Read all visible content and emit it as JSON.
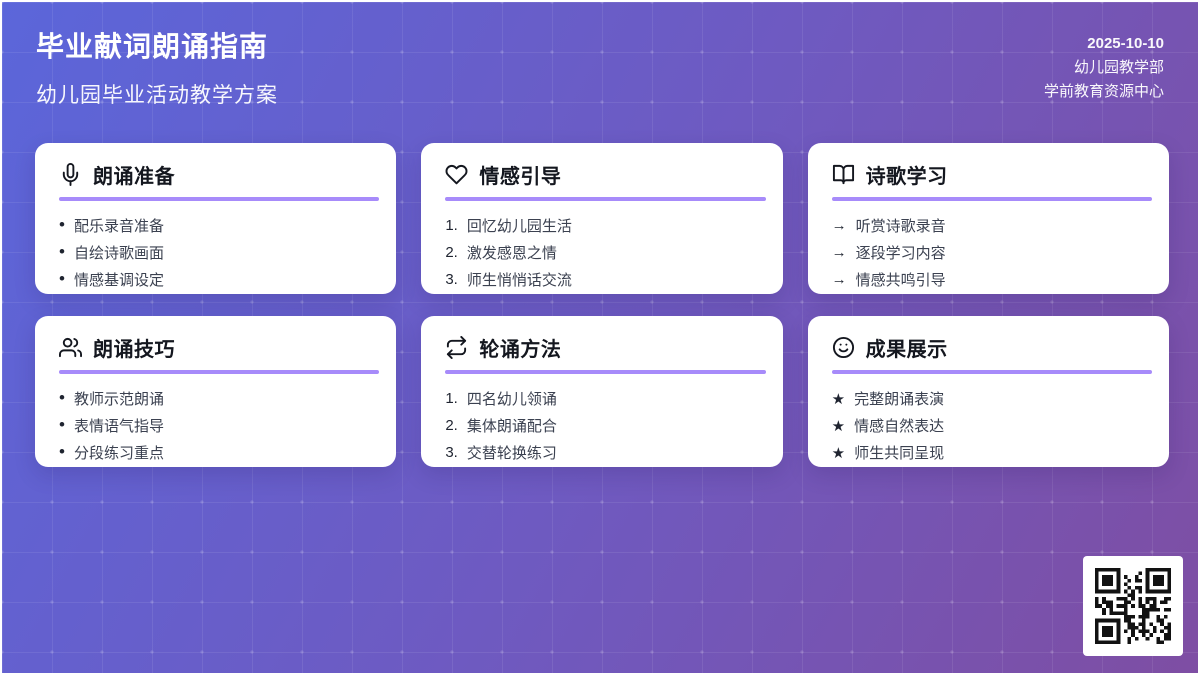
{
  "header": {
    "title": "毕业献词朗诵指南",
    "subtitle": "幼儿园毕业活动教学方案",
    "meta": {
      "date": "2025-10-10",
      "org": "幼儿园教学部",
      "center": "学前教育资源中心"
    }
  },
  "cards": [
    {
      "icon": "mic-icon",
      "title": "朗诵准备",
      "items": [
        {
          "marker": "•",
          "text": "配乐录音准备"
        },
        {
          "marker": "•",
          "text": "自绘诗歌画面"
        },
        {
          "marker": "•",
          "text": "情感基调设定"
        }
      ]
    },
    {
      "icon": "heart-icon",
      "title": "情感引导",
      "items": [
        {
          "marker": "1.",
          "text": "回忆幼儿园生活"
        },
        {
          "marker": "2.",
          "text": "激发感恩之情"
        },
        {
          "marker": "3.",
          "text": "师生悄悄话交流"
        }
      ]
    },
    {
      "icon": "book-open-icon",
      "title": "诗歌学习",
      "items": [
        {
          "marker": "→",
          "text": "听赏诗歌录音"
        },
        {
          "marker": "→",
          "text": "逐段学习内容"
        },
        {
          "marker": "→",
          "text": "情感共鸣引导"
        }
      ]
    },
    {
      "icon": "users-icon",
      "title": "朗诵技巧",
      "items": [
        {
          "marker": "•",
          "text": "教师示范朗诵"
        },
        {
          "marker": "•",
          "text": "表情语气指导"
        },
        {
          "marker": "•",
          "text": "分段练习重点"
        }
      ]
    },
    {
      "icon": "repeat-icon",
      "title": "轮诵方法",
      "items": [
        {
          "marker": "1.",
          "text": "四名幼儿领诵"
        },
        {
          "marker": "2.",
          "text": "集体朗诵配合"
        },
        {
          "marker": "3.",
          "text": "交替轮换练习"
        }
      ]
    },
    {
      "icon": "smile-icon",
      "title": "成果展示",
      "items": [
        {
          "marker": "★",
          "text": "完整朗诵表演"
        },
        {
          "marker": "★",
          "text": "情感自然表达"
        },
        {
          "marker": "★",
          "text": "师生共同呈现"
        }
      ]
    }
  ],
  "qr": {
    "icon": "qr-code"
  },
  "colors": {
    "accent_underline": "#a78bfa",
    "bg_gradient_start": "#5b66da",
    "bg_gradient_end": "#7e4ea3",
    "card_bg": "#ffffff",
    "card_title": "#14171f",
    "list_text": "#3b4150"
  }
}
